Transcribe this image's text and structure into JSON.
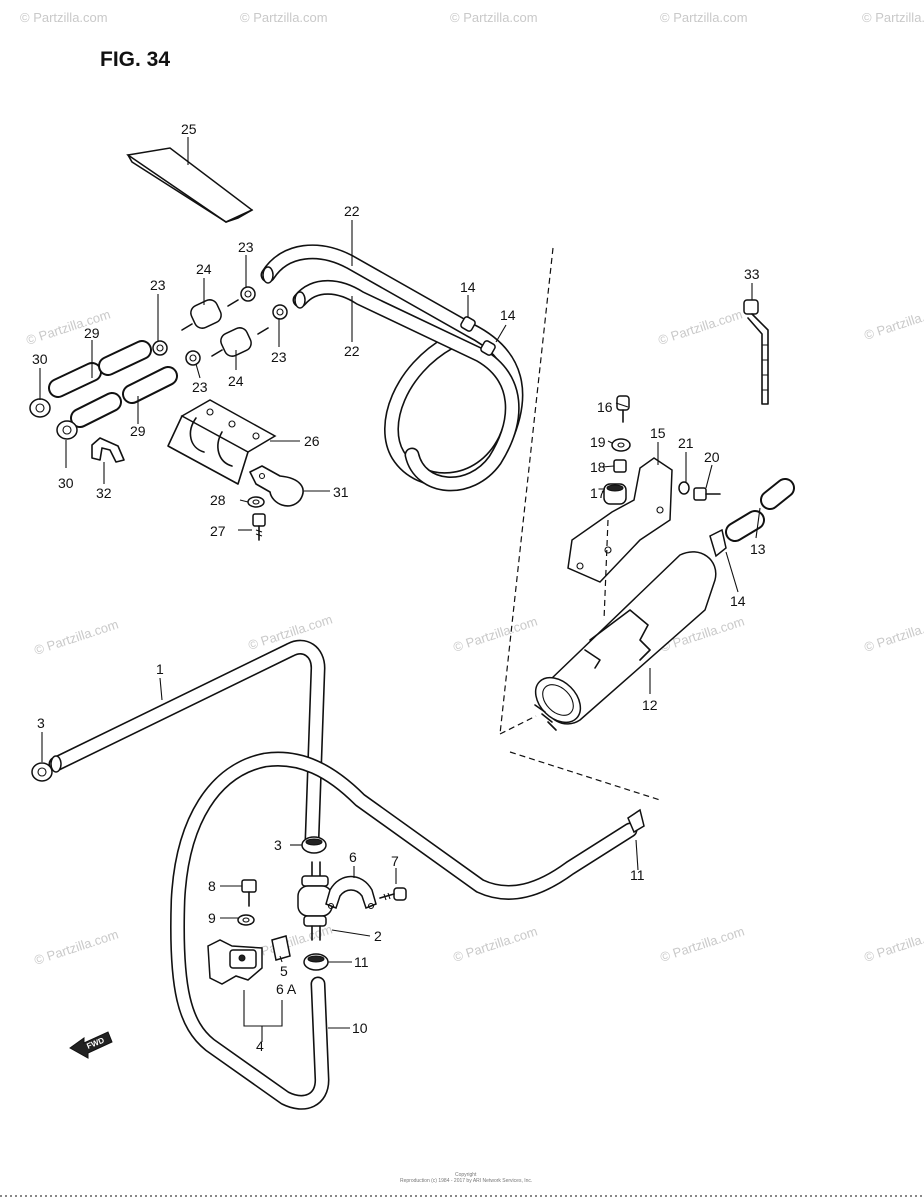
{
  "figure_title": "FIG. 34",
  "watermark": "© Partzilla.com",
  "fwd_label": "FWD",
  "footer_line1": "Copyright",
  "footer_line2": "Reproduction (c) 1984 - 2017 by ARI Network Services, Inc.",
  "callouts": {
    "c1": "1",
    "c2": "2",
    "c3a": "3",
    "c3b": "3",
    "c4": "4",
    "c5": "5",
    "c6": "6",
    "c6a": "6 A",
    "c7": "7",
    "c8": "8",
    "c9": "9",
    "c10": "10",
    "c11a": "11",
    "c11b": "11",
    "c12": "12",
    "c13": "13",
    "c14a": "14",
    "c14b": "14",
    "c14c": "14",
    "c15": "15",
    "c16": "16",
    "c17": "17",
    "c18": "18",
    "c19": "19",
    "c20": "20",
    "c21": "21",
    "c22a": "22",
    "c22b": "22",
    "c23a": "23",
    "c23b": "23",
    "c23c": "23",
    "c23d": "23",
    "c24a": "24",
    "c24b": "24",
    "c25": "25",
    "c26": "26",
    "c27": "27",
    "c28": "28",
    "c29a": "29",
    "c29b": "29",
    "c30a": "30",
    "c30b": "30",
    "c31": "31",
    "c32": "32",
    "c33": "33"
  }
}
